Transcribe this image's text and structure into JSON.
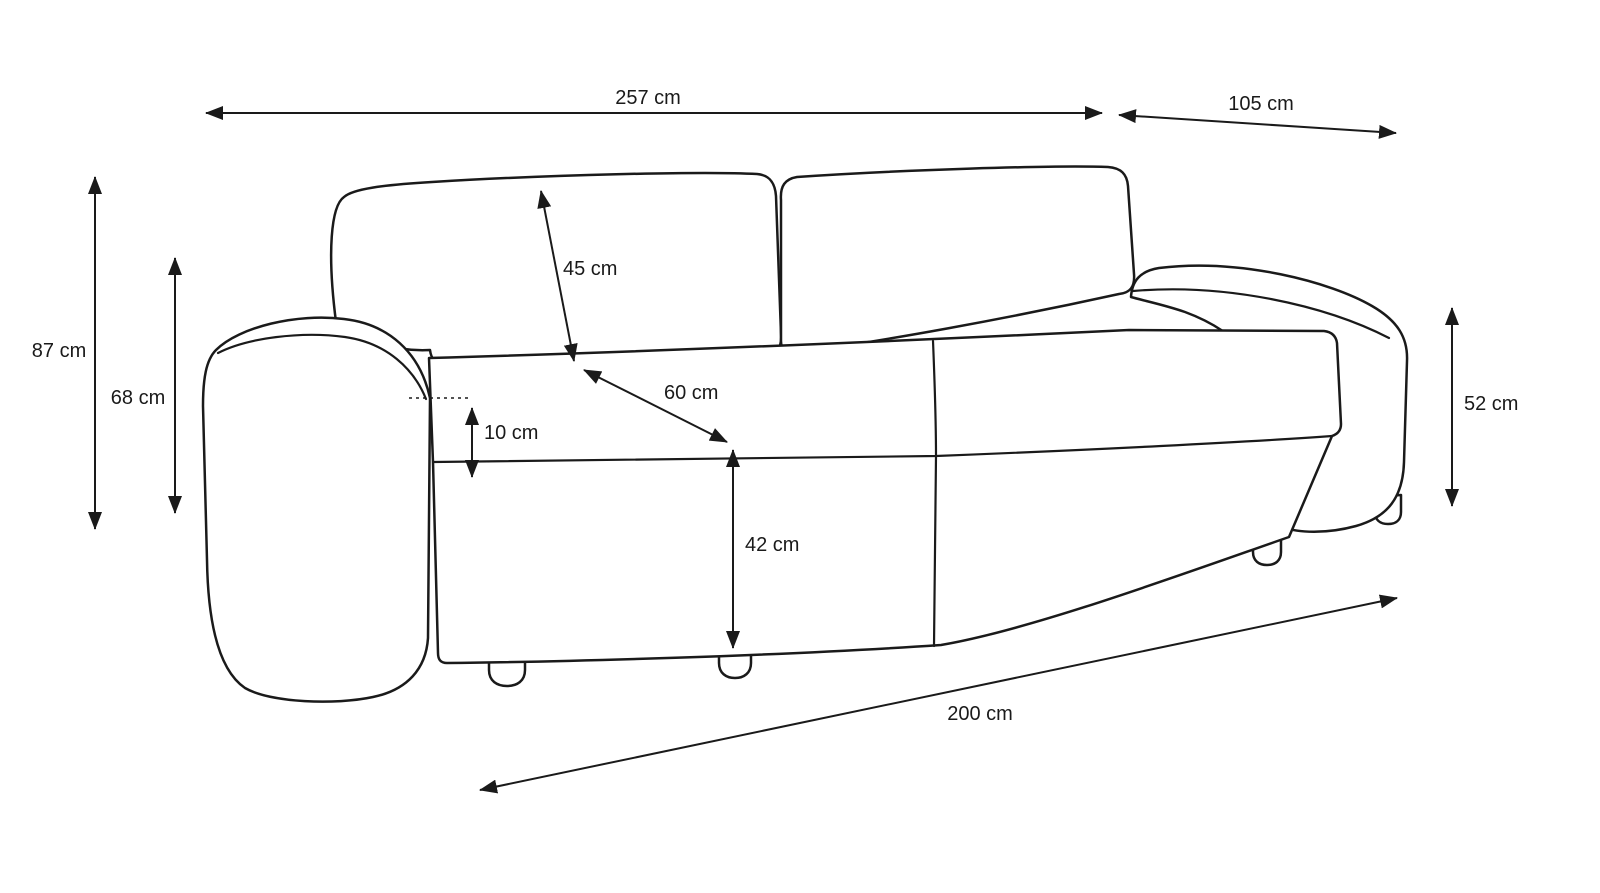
{
  "diagram": {
    "unit": "cm",
    "colors": {
      "line": "#1a1a1a",
      "background": "#ffffff"
    },
    "dimensions": {
      "back_width": {
        "label": "257 cm",
        "value": 257
      },
      "side_depth": {
        "label": "105 cm",
        "value": 105
      },
      "total_height": {
        "label": "87 cm",
        "value": 87
      },
      "armrest_height": {
        "label": "68 cm",
        "value": 68
      },
      "back_cushion_height": {
        "label": "45 cm",
        "value": 45
      },
      "seat_depth": {
        "label": "60 cm",
        "value": 60
      },
      "cushion_offset": {
        "label": "10 cm",
        "value": 10
      },
      "seat_height": {
        "label": "42 cm",
        "value": 42
      },
      "arm_outer_height": {
        "label": "52 cm",
        "value": 52
      },
      "front_length": {
        "label": "200 cm",
        "value": 200
      }
    }
  }
}
